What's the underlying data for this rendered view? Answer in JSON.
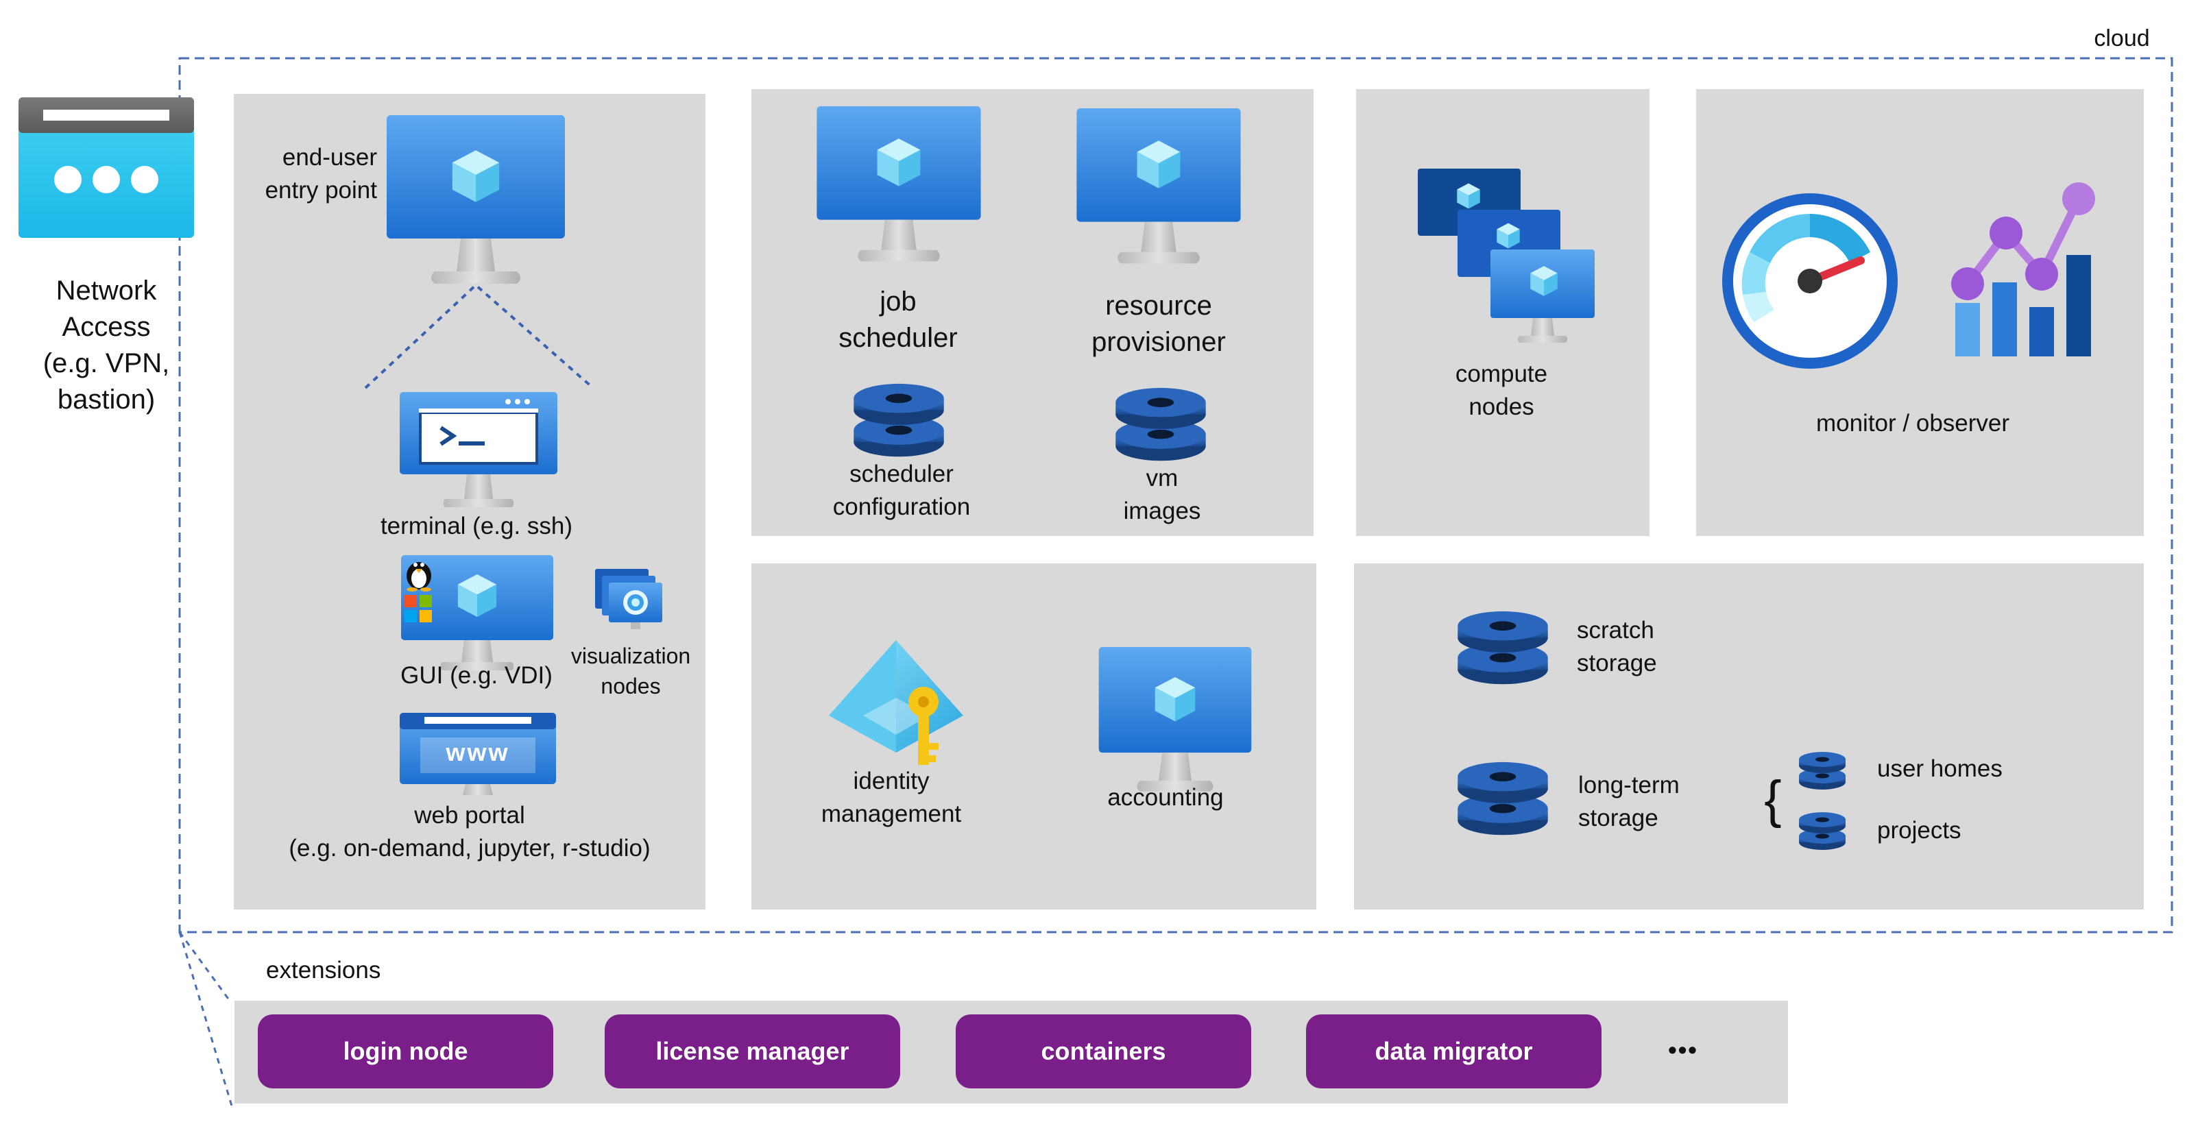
{
  "labels": {
    "cloud": "cloud",
    "network_access": [
      "Network",
      "Access",
      "(e.g. VPN,",
      "bastion)"
    ],
    "entry_point": [
      "end-user",
      "entry point"
    ],
    "terminal": "terminal (e.g. ssh)",
    "gui": "GUI (e.g. VDI)",
    "visualization": [
      "visualization",
      "nodes"
    ],
    "web_portal": [
      "web portal",
      "(e.g. on-demand, jupyter, r-studio)"
    ],
    "job_scheduler": [
      "job",
      "scheduler"
    ],
    "resource_provisioner": [
      "resource",
      "provisioner"
    ],
    "scheduler_config": [
      "scheduler",
      "configuration"
    ],
    "vm_images": [
      "vm",
      "images"
    ],
    "compute_nodes": [
      "compute",
      "nodes"
    ],
    "monitor": "monitor / observer",
    "identity": [
      "identity",
      "management"
    ],
    "accounting": "accounting",
    "scratch": [
      "scratch",
      "storage"
    ],
    "longterm": [
      "long-term",
      "storage"
    ],
    "user_homes": "user homes",
    "projects": "projects",
    "www": "www",
    "brace": "{"
  },
  "extensions": {
    "title": "extensions",
    "items": [
      "login node",
      "license manager",
      "containers",
      "data migrator"
    ],
    "more": "•••"
  }
}
